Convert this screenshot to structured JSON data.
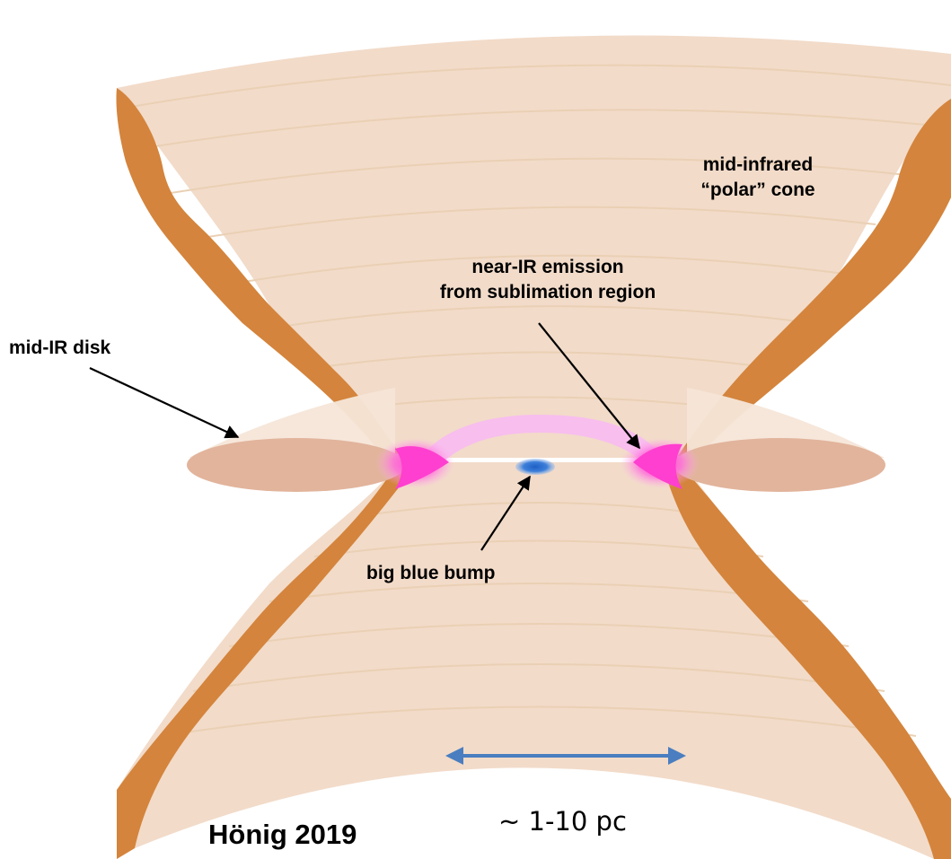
{
  "labels": {
    "polar_cone": [
      "mid-infrared",
      "“polar” cone"
    ],
    "near_ir": [
      "near-IR emission",
      "from sublimation region"
    ],
    "mid_ir_disk": "mid-IR disk",
    "big_blue_bump": "big blue bump",
    "scale": "~ 1-10 pc",
    "citation": "Hönig 2019"
  },
  "colors": {
    "cone_fill": "#f2dbc9",
    "cone_edge": "#d4843c",
    "cone_lines": "#ead0b4",
    "disk_flare": "#f6e6d8",
    "disk_body": "#e2b49c",
    "sublimation_arc": "#f8bdf0",
    "sublimation_glow": "#ff5fd5",
    "blue_bump": "#2d6fd0",
    "scale_arrow": "#4a7ec0",
    "pointer_arrow": "#000000"
  }
}
